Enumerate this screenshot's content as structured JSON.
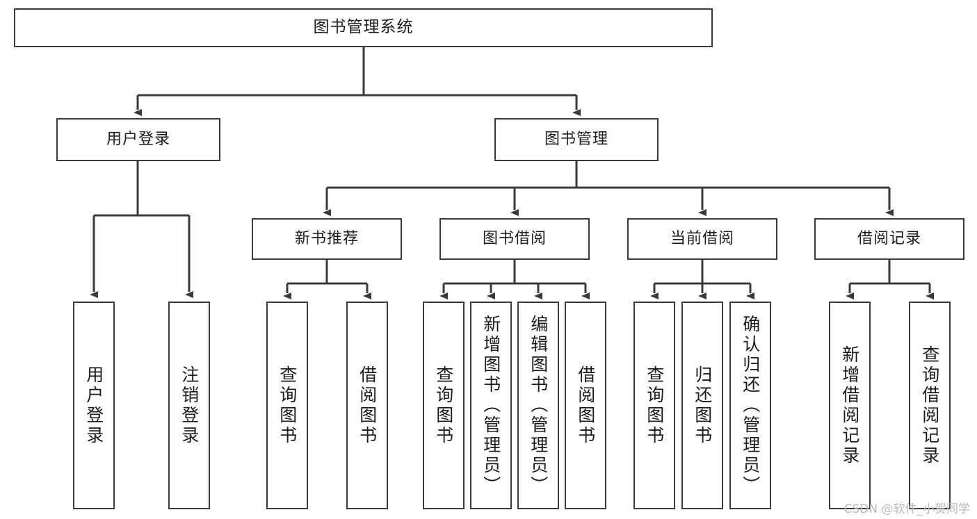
{
  "diagram": {
    "title": "图书管理系统",
    "type": "tree",
    "watermark": "CSDN @软件_小贺同学",
    "colors": {
      "box_border": "#3a3a3a",
      "box_fill": "#ffffff",
      "line": "#3a3a3a",
      "text": "#1c1c1c",
      "watermark": "#b9b9b9"
    },
    "levels": {
      "root": {
        "label": "图书管理系统"
      },
      "level2": [
        {
          "label": "用户登录"
        },
        {
          "label": "图书管理"
        }
      ],
      "level3": [
        {
          "label": "新书推荐"
        },
        {
          "label": "图书借阅"
        },
        {
          "label": "当前借阅"
        },
        {
          "label": "借阅记录"
        }
      ],
      "level4": [
        {
          "label": "用户登录"
        },
        {
          "label": "注销登录"
        },
        {
          "label": "查询图书"
        },
        {
          "label": "借阅图书"
        },
        {
          "label": "查询图书"
        },
        {
          "label": "新增图书（管理员）"
        },
        {
          "label": "编辑图书（管理员）"
        },
        {
          "label": "借阅图书"
        },
        {
          "label": "查询图书"
        },
        {
          "label": "归还图书"
        },
        {
          "label": "确认归还（管理员）"
        },
        {
          "label": "新增借阅记录"
        },
        {
          "label": "查询借阅记录"
        }
      ]
    }
  }
}
